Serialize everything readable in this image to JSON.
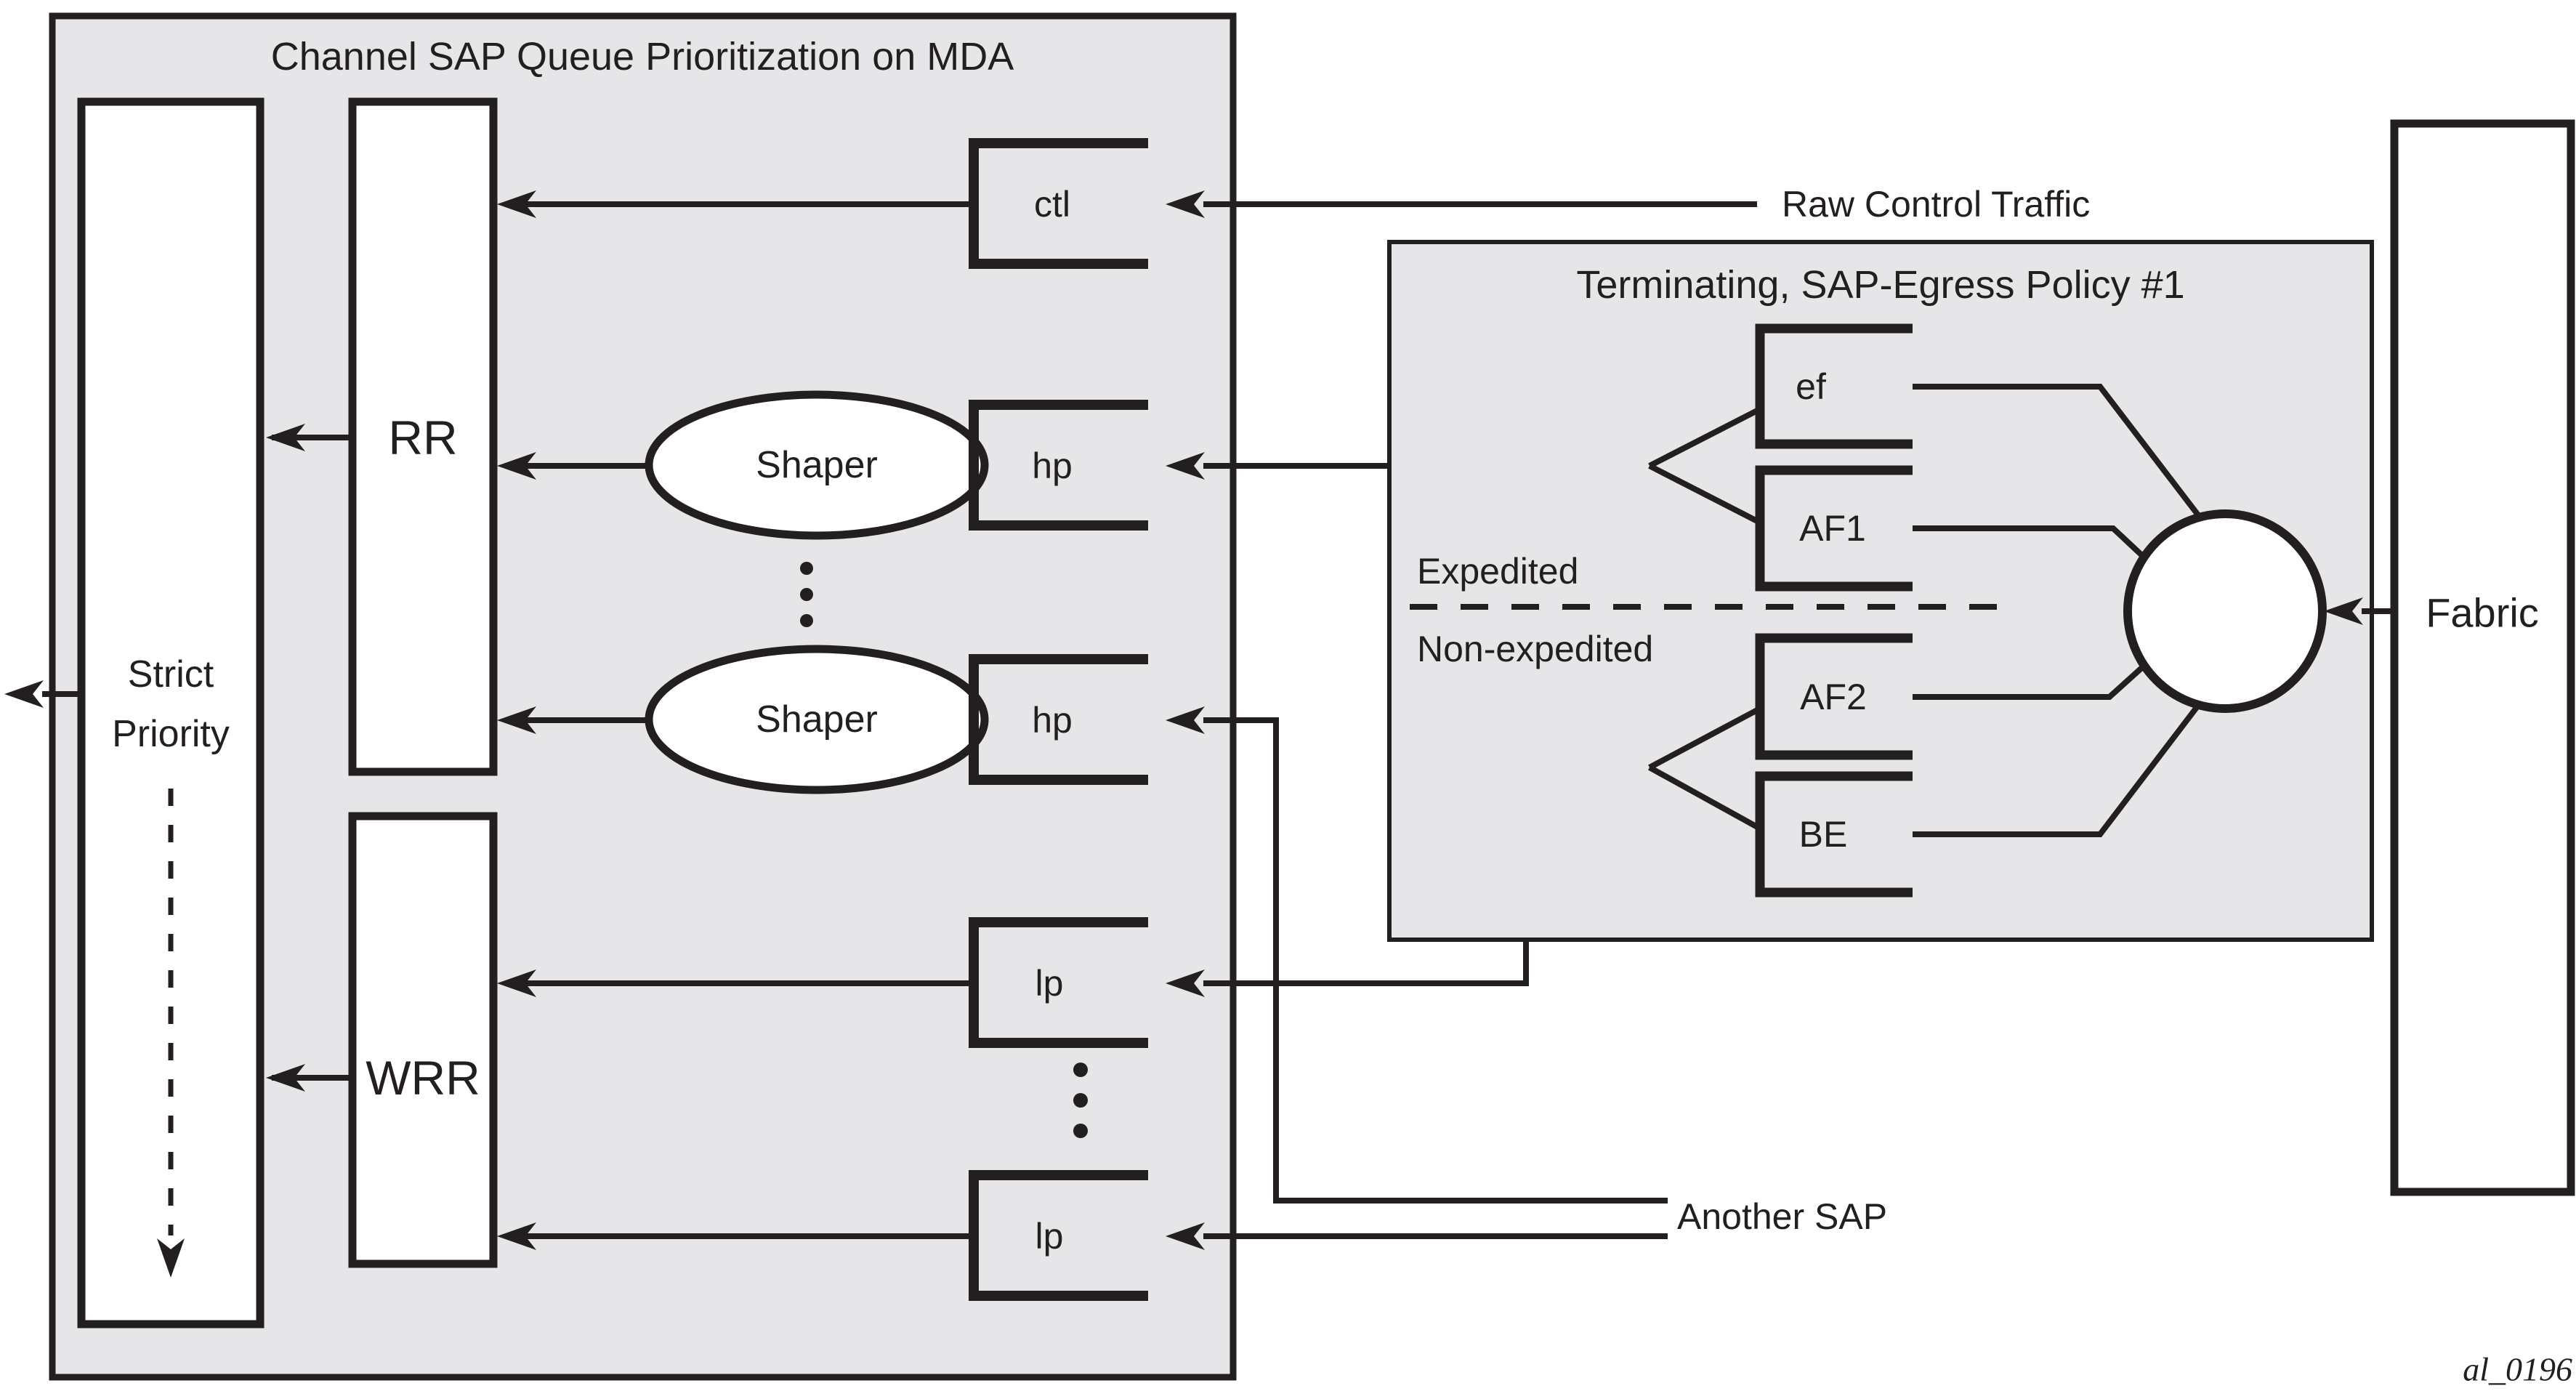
{
  "figure": {
    "watermark": "al_0196"
  },
  "mda": {
    "title": "Channel SAP Queue Prioritization on MDA",
    "strict_priority": {
      "line1": "Strict",
      "line2": "Priority"
    },
    "schedulers": {
      "rr": "RR",
      "wrr": "WRR"
    },
    "shapers": [
      "Shaper",
      "Shaper"
    ],
    "queues": {
      "ctl": "ctl",
      "hp_top": "hp",
      "hp_bottom": "hp",
      "lp_top": "lp",
      "lp_bottom": "lp"
    }
  },
  "policy": {
    "title": "Terminating, SAP-Egress Policy #1",
    "expedited_label": "Expedited",
    "non_expedited_label": "Non-expedited",
    "queues": {
      "ef": "ef",
      "af1": "AF1",
      "af2": "AF2",
      "be": "BE"
    }
  },
  "external": {
    "raw_control_traffic": "Raw Control Traffic",
    "another_sap": "Another SAP",
    "fabric": "Fabric"
  },
  "colors": {
    "ink": "#231f20",
    "panel_fill": "#e6e6e8",
    "background": "#ffffff"
  }
}
